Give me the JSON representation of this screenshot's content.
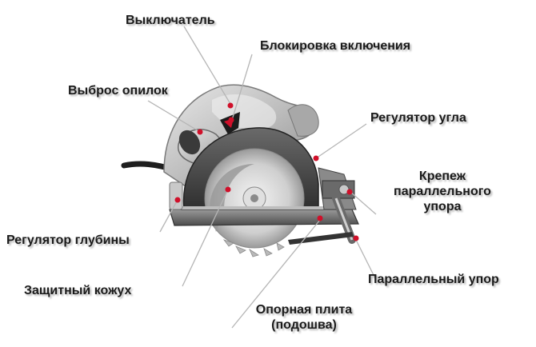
{
  "labels": {
    "switch": "Выключатель",
    "lock": "Блокировка включения",
    "dust": "Выброс опилок",
    "angle": "Регулятор угла",
    "fence_mount_1": "Крепеж",
    "fence_mount_2": "параллельного",
    "fence_mount_3": "упора",
    "depth": "Регулятор глубины",
    "guard": "Защитный кожух",
    "fence": "Параллельный упор",
    "base_1": "Опорная плита",
    "base_2": "(подошва)"
  },
  "colors": {
    "marker": "#d0102a",
    "leader": "#b5b5b5",
    "body": "#4a4a4a",
    "body_light": "#c9c9c9",
    "blade": "#bdbdbd"
  }
}
